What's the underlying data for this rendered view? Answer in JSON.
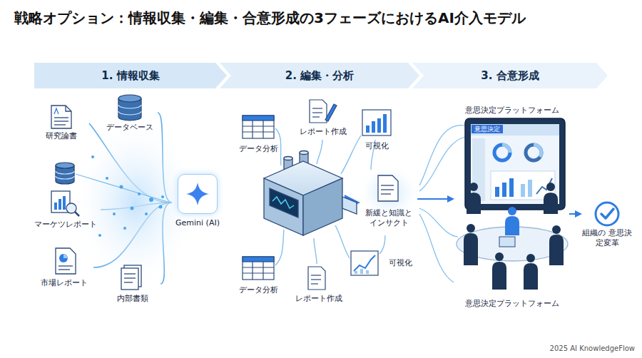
{
  "diagram": {
    "title": "戦略オプション：情報収集・編集・合意形成の3フェーズにおけるAI介入モデル",
    "nodes": [
      {
        "text": [
          "1. 情報収集"
        ]
      },
      {
        "text": [
          "2. 編集・分析"
        ]
      },
      {
        "text": [
          "3. 合意形成"
        ]
      },
      {
        "text": [
          "研究論書"
        ]
      },
      {
        "text": [
          "データベース"
        ]
      },
      {
        "text": [
          "マーケツレポート"
        ]
      },
      {
        "text": [
          "市場レポート"
        ]
      },
      {
        "text": [
          "内部書類"
        ]
      },
      {
        "text": [
          "Gemini (AI)"
        ]
      },
      {
        "text": [
          "データ分析"
        ]
      },
      {
        "text": [
          "レポート作成"
        ]
      },
      {
        "text": [
          "可視化"
        ]
      },
      {
        "text": [
          "新緩と知識と インサクト"
        ]
      },
      {
        "text": [
          "データ分析"
        ]
      },
      {
        "text": [
          "レポート作成"
        ]
      },
      {
        "text": [
          "可視化"
        ]
      },
      {
        "text": [
          "意思決定プラットフォーム",
          "意思決定"
        ]
      },
      {
        "text": [
          "組織の 意思決定変革"
        ]
      }
    ],
    "edges": [
      {
        "from": 3,
        "to": 8,
        "arrow": "none"
      },
      {
        "from": 4,
        "to": 8,
        "arrow": "none"
      },
      {
        "from": 5,
        "to": 8,
        "arrow": "none"
      },
      {
        "from": 6,
        "to": 8,
        "arrow": "none"
      },
      {
        "from": 7,
        "to": 8,
        "arrow": "none"
      },
      {
        "from": 8,
        "to": 12,
        "arrow": "to"
      },
      {
        "from": 12,
        "to": 16,
        "arrow": "to"
      },
      {
        "from": 16,
        "to": 17,
        "arrow": "to"
      }
    ],
    "labels": [
      "意思決定プラットフォーム",
      "2025 AI KnowledgeFlow"
    ]
  }
}
